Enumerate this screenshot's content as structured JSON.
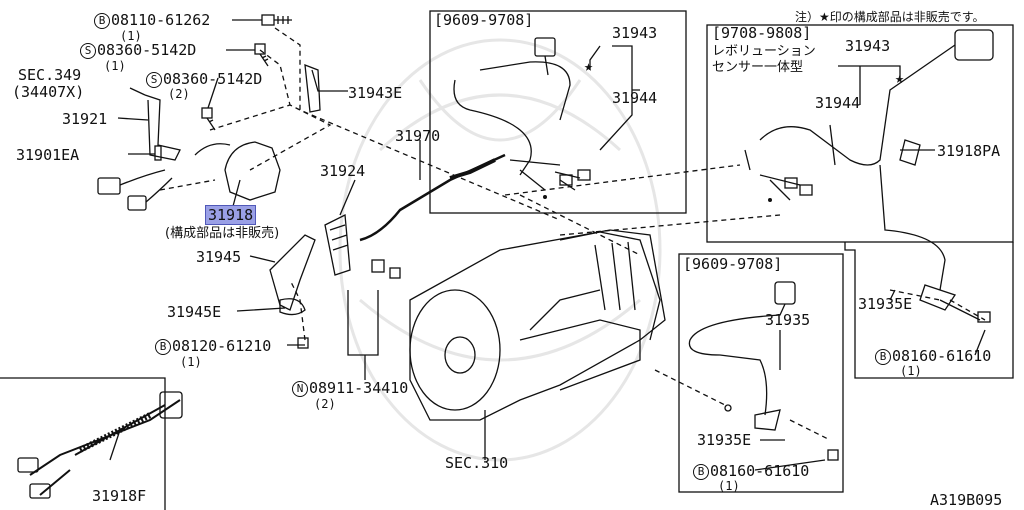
{
  "note": "注）★印の構成部品は非販売です。",
  "figure_id": "A319B095",
  "boxes": {
    "top_mid_range": "[9609-9708]",
    "top_right_range": "[9708-9808]",
    "top_right_caption_1": "レボリューション",
    "top_right_caption_2": "センサー一体型",
    "bottom_range": "[9609-9708]"
  },
  "labels": {
    "b_08110": "08110-61262",
    "b_08110_qty": "(1)",
    "s_08360_a": "08360-5142D",
    "s_08360_a_qty": "(1)",
    "sec349": "SEC.349",
    "sec349_sub": "(34407X)",
    "s_08360_b": "08360-5142D",
    "s_08360_b_qty": "(2)",
    "p31943E": "31943E",
    "p31921": "31921",
    "p31901EA": "31901EA",
    "p31918": "31918",
    "p31918_note": "(構成部品は非販売)",
    "p31945": "31945",
    "p31945E": "31945E",
    "b_08120": "08120-61210",
    "b_08120_qty": "(1)",
    "p31918F": "31918F",
    "p31970": "31970",
    "p31924": "31924",
    "n_08911": "08911-34410",
    "n_08911_qty": "(2)",
    "sec310": "SEC.310",
    "m_31943": "31943",
    "m_star": "★",
    "m_31944": "31944",
    "r_31943": "31943",
    "r_star": "★",
    "r_31944": "31944",
    "r_31918PA": "31918PA",
    "r_31935E": "31935E",
    "r_b_08160": "08160-61610",
    "r_b_08160_qty": "(1)",
    "bt_31935": "31935",
    "bt_31935E": "31935E",
    "bt_b_08160": "08160-61610",
    "bt_b_08160_qty": "(1)"
  },
  "markers": {
    "B": "B",
    "S": "S",
    "N": "N"
  }
}
